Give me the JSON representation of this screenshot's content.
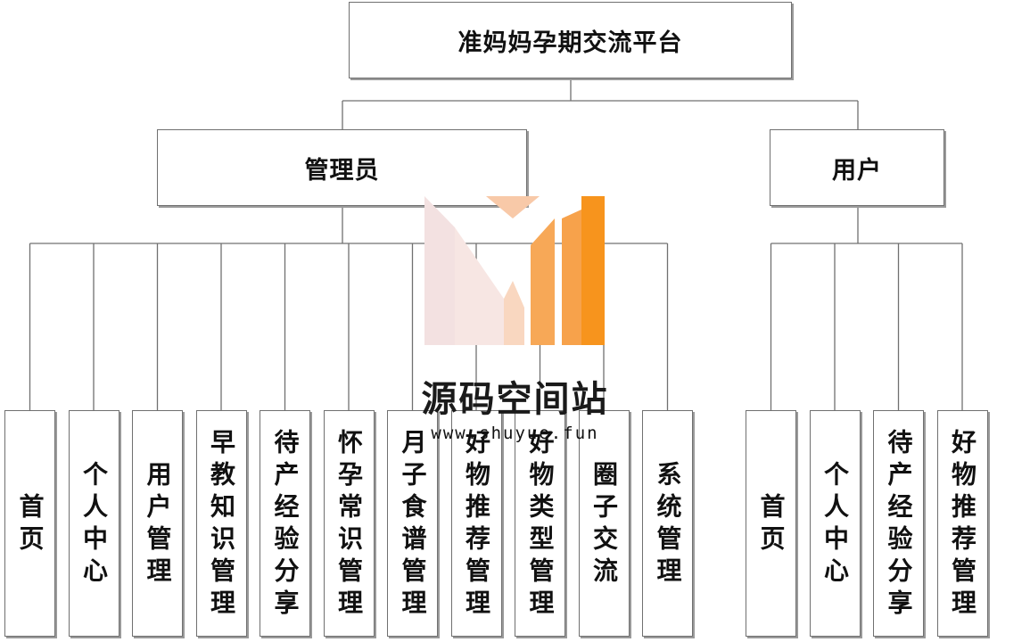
{
  "root": {
    "label": "准妈妈孕期交流平台"
  },
  "roles": [
    {
      "label": "管理员",
      "modules": [
        "首页",
        "个人中心",
        "用户管理",
        "早教知识管理",
        "待产经验分享",
        "怀孕常识管理",
        "月子食谱管理",
        "好物推荐管理",
        "好物类型管理",
        "圈子交流",
        "系统管理"
      ]
    },
    {
      "label": "用户",
      "modules": [
        "首页",
        "个人中心",
        "待产经验分享",
        "好物推荐管理"
      ]
    }
  ],
  "watermark": {
    "name": "源码空间站",
    "url": "www.shuyue.fun"
  },
  "colors": {
    "line": "#707070",
    "logo_pink": "#f2dede",
    "logo_orange": "#f7941d"
  }
}
